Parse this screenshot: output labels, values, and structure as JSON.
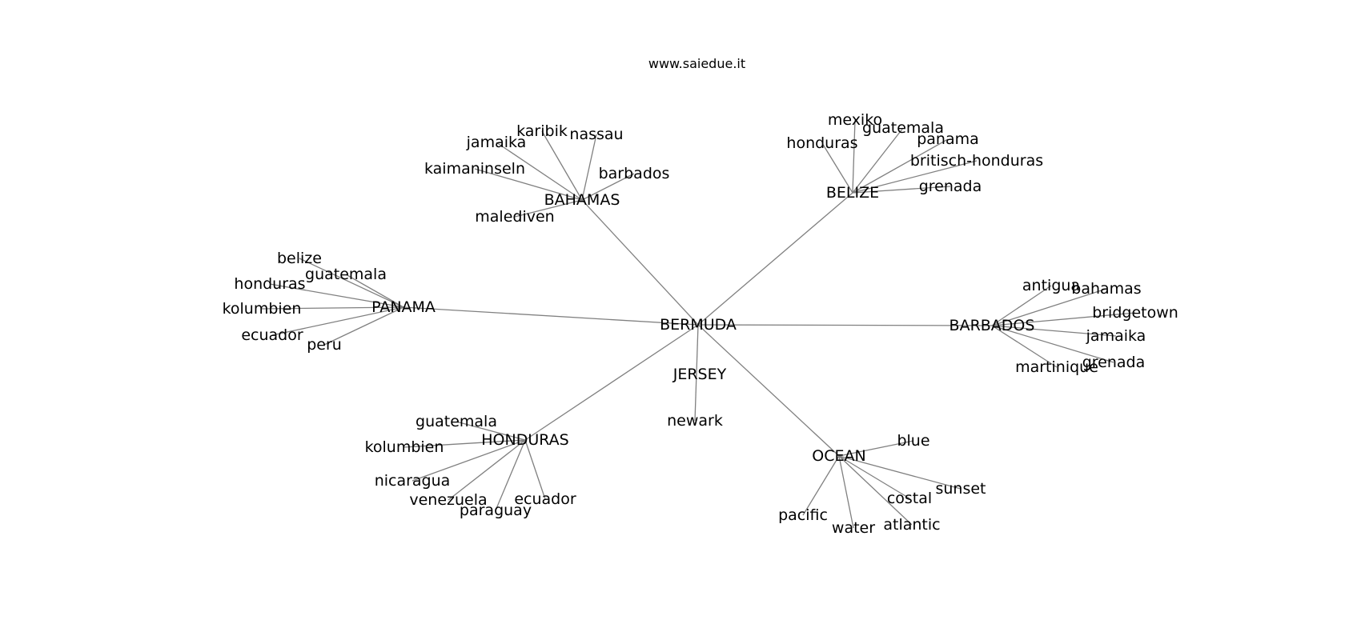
{
  "header": {
    "site": "www.saiedue.it"
  },
  "graph": {
    "edge_color": "#808080",
    "nodes": [
      {
        "id": "bermuda",
        "label": "BERMUDA"
      },
      {
        "id": "jersey",
        "label": "JERSEY"
      },
      {
        "id": "bahamas",
        "label": "BAHAMAS"
      },
      {
        "id": "belize",
        "label": "BELIZE"
      },
      {
        "id": "panama",
        "label": "PANAMA"
      },
      {
        "id": "barbados",
        "label": "BARBADOS"
      },
      {
        "id": "honduras",
        "label": "HONDURAS"
      },
      {
        "id": "ocean",
        "label": "OCEAN"
      },
      {
        "id": "newark",
        "label": "newark"
      },
      {
        "id": "bahamas-karibik",
        "label": "karibik"
      },
      {
        "id": "bahamas-nassau",
        "label": "nassau"
      },
      {
        "id": "bahamas-jamaika",
        "label": "jamaika"
      },
      {
        "id": "bahamas-kaimaninseln",
        "label": "kaimaninseln"
      },
      {
        "id": "bahamas-barbados",
        "label": "barbados"
      },
      {
        "id": "bahamas-malediven",
        "label": "malediven"
      },
      {
        "id": "belize-mexiko",
        "label": "mexiko"
      },
      {
        "id": "belize-guatemala",
        "label": "guatemala"
      },
      {
        "id": "belize-honduras",
        "label": "honduras"
      },
      {
        "id": "belize-panama",
        "label": "panama"
      },
      {
        "id": "belize-britisch-honduras",
        "label": "britisch-honduras"
      },
      {
        "id": "belize-grenada",
        "label": "grenada"
      },
      {
        "id": "panama-belize",
        "label": "belize"
      },
      {
        "id": "panama-guatemala",
        "label": "guatemala"
      },
      {
        "id": "panama-honduras",
        "label": "honduras"
      },
      {
        "id": "panama-kolumbien",
        "label": "kolumbien"
      },
      {
        "id": "panama-ecuador",
        "label": "ecuador"
      },
      {
        "id": "panama-peru",
        "label": "peru"
      },
      {
        "id": "barbados-antigua",
        "label": "antigua"
      },
      {
        "id": "barbados-bahamas",
        "label": "bahamas"
      },
      {
        "id": "barbados-bridgetown",
        "label": "bridgetown"
      },
      {
        "id": "barbados-jamaika",
        "label": "jamaika"
      },
      {
        "id": "barbados-grenada",
        "label": "grenada"
      },
      {
        "id": "barbados-martinique",
        "label": "martinique"
      },
      {
        "id": "honduras-guatemala",
        "label": "guatemala"
      },
      {
        "id": "honduras-kolumbien",
        "label": "kolumbien"
      },
      {
        "id": "honduras-nicaragua",
        "label": "nicaragua"
      },
      {
        "id": "honduras-venezuela",
        "label": "venezuela"
      },
      {
        "id": "honduras-paraguay",
        "label": "paraguay"
      },
      {
        "id": "honduras-ecuador",
        "label": "ecuador"
      },
      {
        "id": "ocean-blue",
        "label": "blue"
      },
      {
        "id": "ocean-sunset",
        "label": "sunset"
      },
      {
        "id": "ocean-costal",
        "label": "costal"
      },
      {
        "id": "ocean-atlantic",
        "label": "atlantic"
      },
      {
        "id": "ocean-water",
        "label": "water"
      },
      {
        "id": "ocean-pacific",
        "label": "pacific"
      }
    ],
    "edges": [
      [
        "bermuda",
        "bahamas"
      ],
      [
        "bermuda",
        "belize"
      ],
      [
        "bermuda",
        "panama"
      ],
      [
        "bermuda",
        "barbados"
      ],
      [
        "bermuda",
        "honduras"
      ],
      [
        "bermuda",
        "ocean"
      ],
      [
        "bermuda",
        "newark"
      ],
      [
        "bahamas",
        "bahamas-karibik"
      ],
      [
        "bahamas",
        "bahamas-nassau"
      ],
      [
        "bahamas",
        "bahamas-jamaika"
      ],
      [
        "bahamas",
        "bahamas-kaimaninseln"
      ],
      [
        "bahamas",
        "bahamas-barbados"
      ],
      [
        "bahamas",
        "bahamas-malediven"
      ],
      [
        "belize",
        "belize-mexiko"
      ],
      [
        "belize",
        "belize-guatemala"
      ],
      [
        "belize",
        "belize-honduras"
      ],
      [
        "belize",
        "belize-panama"
      ],
      [
        "belize",
        "belize-britisch-honduras"
      ],
      [
        "belize",
        "belize-grenada"
      ],
      [
        "panama",
        "panama-belize"
      ],
      [
        "panama",
        "panama-guatemala"
      ],
      [
        "panama",
        "panama-honduras"
      ],
      [
        "panama",
        "panama-kolumbien"
      ],
      [
        "panama",
        "panama-ecuador"
      ],
      [
        "panama",
        "panama-peru"
      ],
      [
        "barbados",
        "barbados-antigua"
      ],
      [
        "barbados",
        "barbados-bahamas"
      ],
      [
        "barbados",
        "barbados-bridgetown"
      ],
      [
        "barbados",
        "barbados-jamaika"
      ],
      [
        "barbados",
        "barbados-grenada"
      ],
      [
        "barbados",
        "barbados-martinique"
      ],
      [
        "honduras",
        "honduras-guatemala"
      ],
      [
        "honduras",
        "honduras-kolumbien"
      ],
      [
        "honduras",
        "honduras-nicaragua"
      ],
      [
        "honduras",
        "honduras-venezuela"
      ],
      [
        "honduras",
        "honduras-paraguay"
      ],
      [
        "honduras",
        "honduras-ecuador"
      ],
      [
        "ocean",
        "ocean-blue"
      ],
      [
        "ocean",
        "ocean-sunset"
      ],
      [
        "ocean",
        "ocean-costal"
      ],
      [
        "ocean",
        "ocean-atlantic"
      ],
      [
        "ocean",
        "ocean-water"
      ],
      [
        "ocean",
        "ocean-pacific"
      ]
    ]
  }
}
